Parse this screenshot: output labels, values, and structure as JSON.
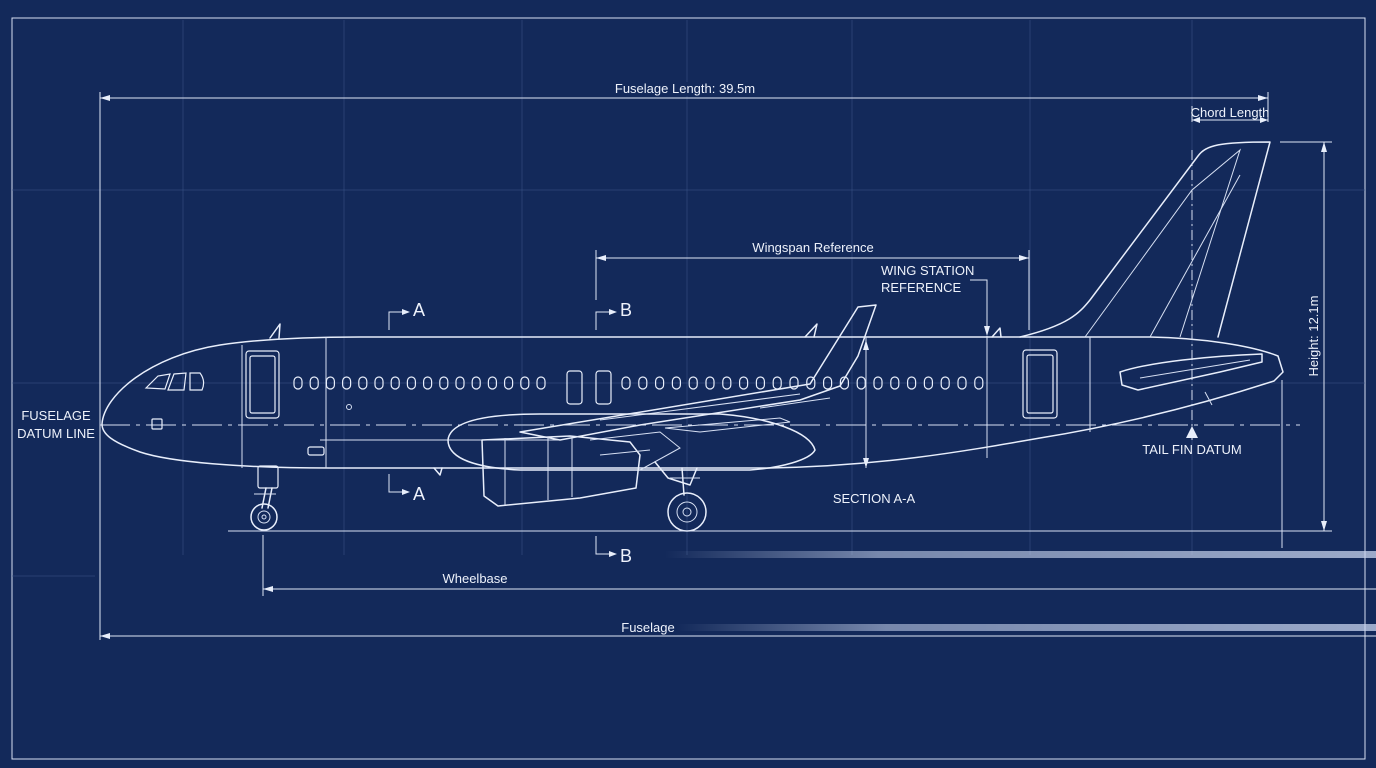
{
  "colors": {
    "background": "#13295a",
    "line": "#e8eefb",
    "grid": "#3a5487"
  },
  "labels": {
    "fuselage_length": "Fuselage Length: 39.5m",
    "chord_length": "Chord Length",
    "wingspan_reference": "Wingspan Reference",
    "wing_station_1": "WING STATION",
    "wing_station_2": "REFERENCE",
    "height": "Height: 12.1m",
    "fuselage_datum_1": "FUSELAGE",
    "fuselage_datum_2": "DATUM LINE",
    "tail_fin_datum": "TAIL FIN DATUM",
    "section_aa": "SECTION A-A",
    "wheelbase": "Wheelbase",
    "fuselage_bottom": "Fuselage",
    "section_marker_a": "A",
    "section_marker_b": "B"
  }
}
